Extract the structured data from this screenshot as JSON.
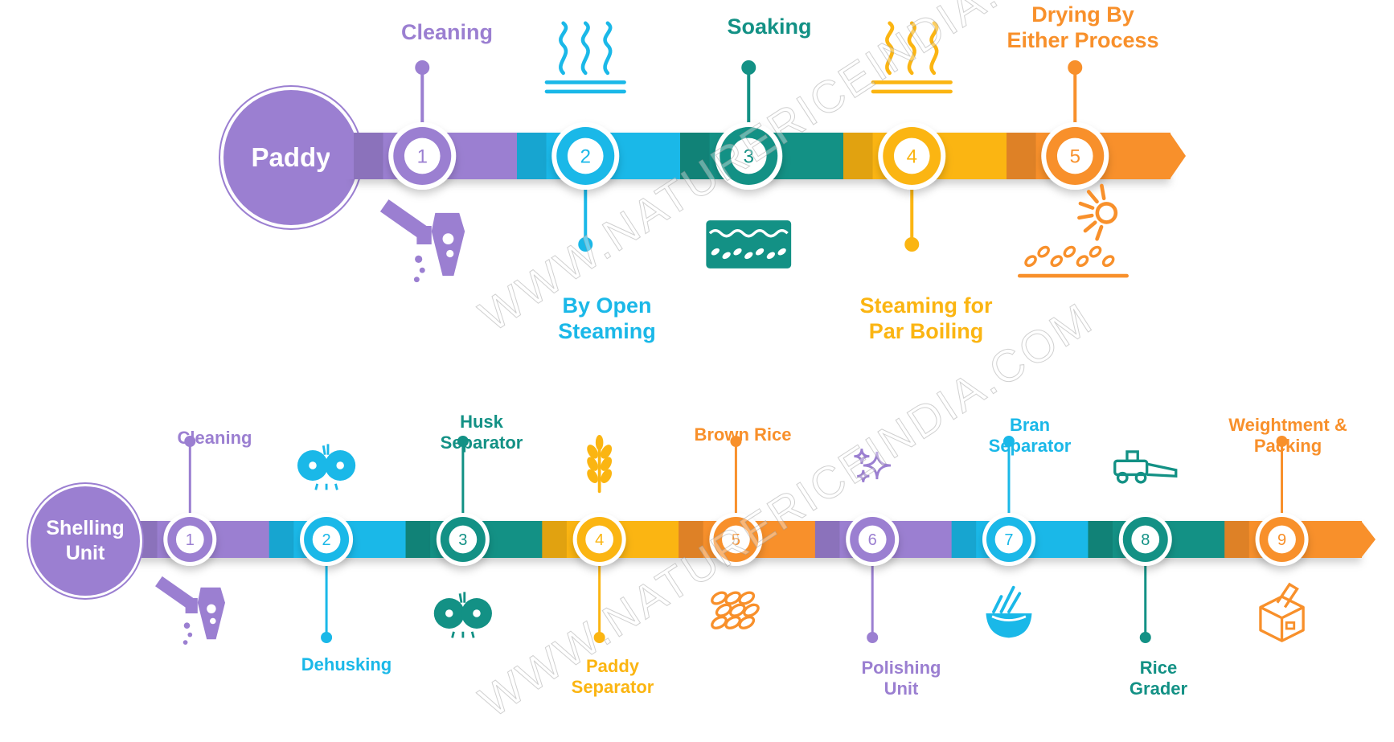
{
  "colors": {
    "purple": "#9b7fd1",
    "blue": "#1ab8e8",
    "teal": "#139185",
    "yellow": "#fbb512",
    "orange": "#f8902b"
  },
  "watermark": "WWW.NATURERICEINDIA.COM",
  "row1": {
    "start_label": "Paddy",
    "steps": [
      {
        "num": "1",
        "label": "Cleaning",
        "color": "purple",
        "label_pos": "top",
        "icon": "cleaning-machine-icon"
      },
      {
        "num": "2",
        "label": "By Open Steaming",
        "color": "blue",
        "label_pos": "bottom",
        "icon": "steam-icon"
      },
      {
        "num": "3",
        "label": "Soaking",
        "color": "teal",
        "label_pos": "top",
        "icon": "soaking-tank-icon"
      },
      {
        "num": "4",
        "label": "Steaming for Par Boiling",
        "color": "yellow",
        "label_pos": "bottom",
        "icon": "steam-icon"
      },
      {
        "num": "5",
        "label": "Drying By Either Process",
        "color": "orange",
        "label_pos": "top",
        "icon": "sun-drying-icon"
      }
    ]
  },
  "row2": {
    "start_label": "Shelling Unit",
    "steps": [
      {
        "num": "1",
        "label": "Cleaning",
        "color": "purple",
        "label_pos": "top",
        "icon": "cleaning-machine-icon"
      },
      {
        "num": "2",
        "label": "Dehusking",
        "color": "blue",
        "label_pos": "bottom",
        "icon": "dehusking-rollers-icon"
      },
      {
        "num": "3",
        "label": "Husk Separator",
        "color": "teal",
        "label_pos": "top",
        "icon": "husk-rollers-icon"
      },
      {
        "num": "4",
        "label": "Paddy Separator",
        "color": "yellow",
        "label_pos": "bottom",
        "icon": "wheat-icon"
      },
      {
        "num": "5",
        "label": "Brown Rice",
        "color": "orange",
        "label_pos": "top",
        "icon": "rice-grains-icon"
      },
      {
        "num": "6",
        "label": "Polishing Unit",
        "color": "purple",
        "label_pos": "bottom",
        "icon": "sparkle-icon"
      },
      {
        "num": "7",
        "label": "Bran Separator",
        "color": "blue",
        "label_pos": "top",
        "icon": "bowl-icon"
      },
      {
        "num": "8",
        "label": "Rice Grader",
        "color": "teal",
        "label_pos": "bottom",
        "icon": "harvester-icon"
      },
      {
        "num": "9",
        "label": "Weightment & Packing",
        "color": "orange",
        "label_pos": "top",
        "icon": "package-icon"
      }
    ]
  }
}
